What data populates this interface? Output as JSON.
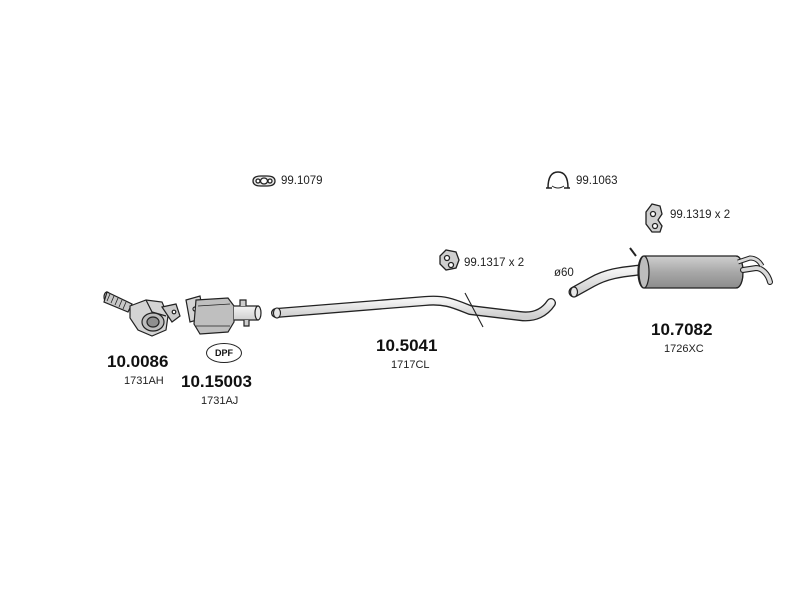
{
  "parts": {
    "catalyst": {
      "number": "10.0086",
      "ref": "1731AH"
    },
    "dpf": {
      "number": "10.15003",
      "ref": "1731AJ",
      "badge": "DPF"
    },
    "middle_pipe": {
      "number": "10.5041",
      "ref": "1717CL"
    },
    "rear_silencer": {
      "number": "10.7082",
      "ref": "1726XC"
    }
  },
  "accessories": {
    "gasket": "99.1079",
    "clamp": "99.1063",
    "mount_middle": "99.1317 x 2",
    "mount_rear": "99.1319 x 2"
  },
  "dimension": {
    "diameter": "ø60"
  },
  "colors": {
    "line": "#222222",
    "fill_light": "#d9d9d9",
    "fill_mid": "#bfbfbf",
    "fill_dark": "#9a9a9a"
  }
}
